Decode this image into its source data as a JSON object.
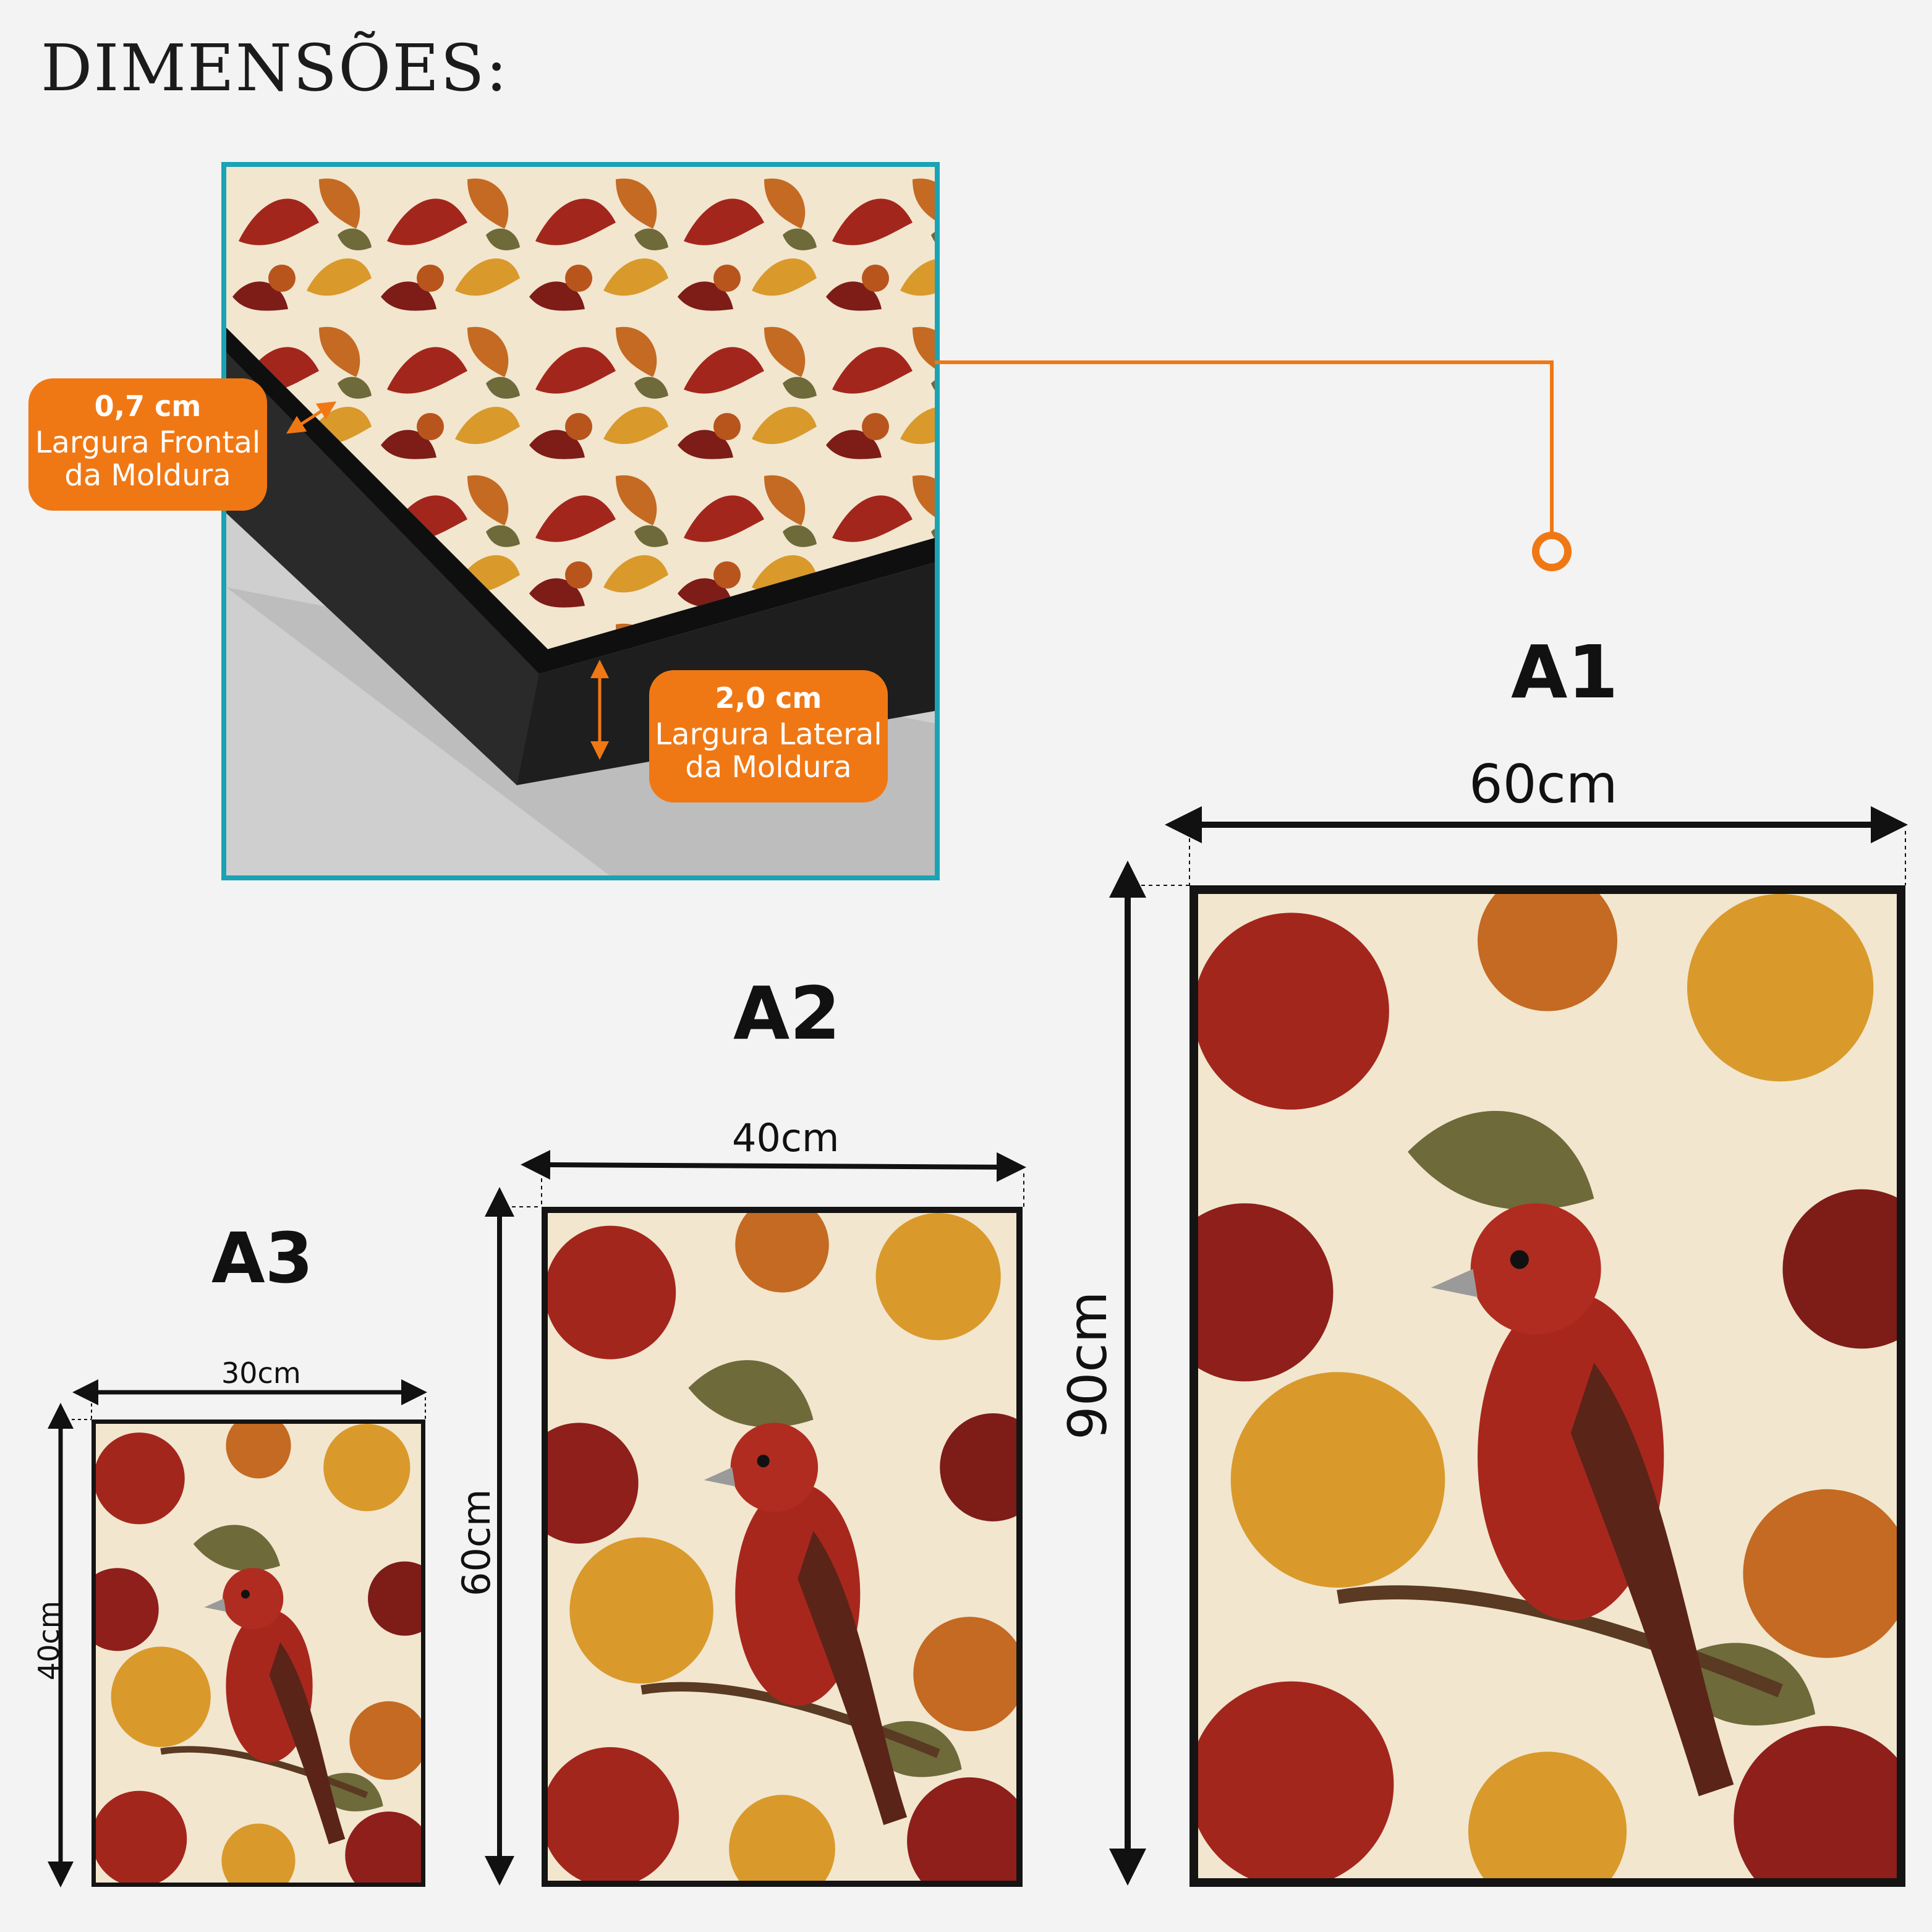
{
  "title": "DIMENSÕES:",
  "callouts": {
    "front": {
      "value": "0,7 cm",
      "label": "Largura Frontal da Moldura"
    },
    "side": {
      "value": "2,0 cm",
      "label": "Largura Lateral da Moldura"
    }
  },
  "sizes": [
    {
      "name": "A1",
      "width": "60cm",
      "height": "90cm"
    },
    {
      "name": "A2",
      "width": "40cm",
      "height": "60cm"
    },
    {
      "name": "A3",
      "width": "30cm",
      "height": "40cm"
    }
  ],
  "colors": {
    "background": "#f3f3f3",
    "accent": "#f07814",
    "panel_border": "#1aa3b5",
    "frame": "#141414",
    "artwork_red": "#a3261c",
    "artwork_gold": "#d99a2b",
    "artwork_cream": "#f2e6cf"
  },
  "icons": [
    "double-arrow-icon",
    "connector-line-icon",
    "circle-marker-icon"
  ]
}
